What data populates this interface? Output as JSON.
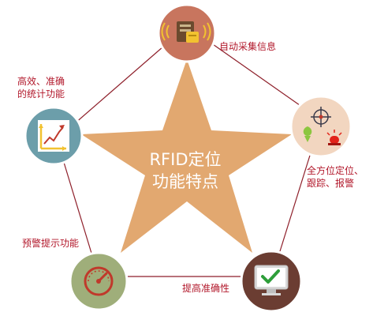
{
  "center": {
    "line1": "RFID定位",
    "line2": "功能特点"
  },
  "features": [
    {
      "icon": "rfid-card-scanner-icon",
      "lines": [
        "自动采集信息"
      ]
    },
    {
      "icon": "location-tracking-alarm-icon",
      "lines": [
        "全方位定位、",
        "跟踪、报警"
      ]
    },
    {
      "icon": "monitor-checkmark-icon",
      "lines": [
        "提高准确性"
      ]
    },
    {
      "icon": "gauge-meter-icon",
      "lines": [
        "预警提示功能"
      ]
    },
    {
      "icon": "rising-chart-icon",
      "lines": [
        "高效、准确",
        "的统计功能"
      ]
    }
  ],
  "colors": {
    "star": "#e2a870",
    "pentagon_line": "#8e1f2a",
    "label_text": "#b2182b",
    "circle_top": "#c8755e",
    "circle_right": "#f2d6c0",
    "circle_bottom_right": "#6b3d32",
    "circle_bottom_left": "#9fae7a",
    "circle_left": "#6c9eaa"
  }
}
